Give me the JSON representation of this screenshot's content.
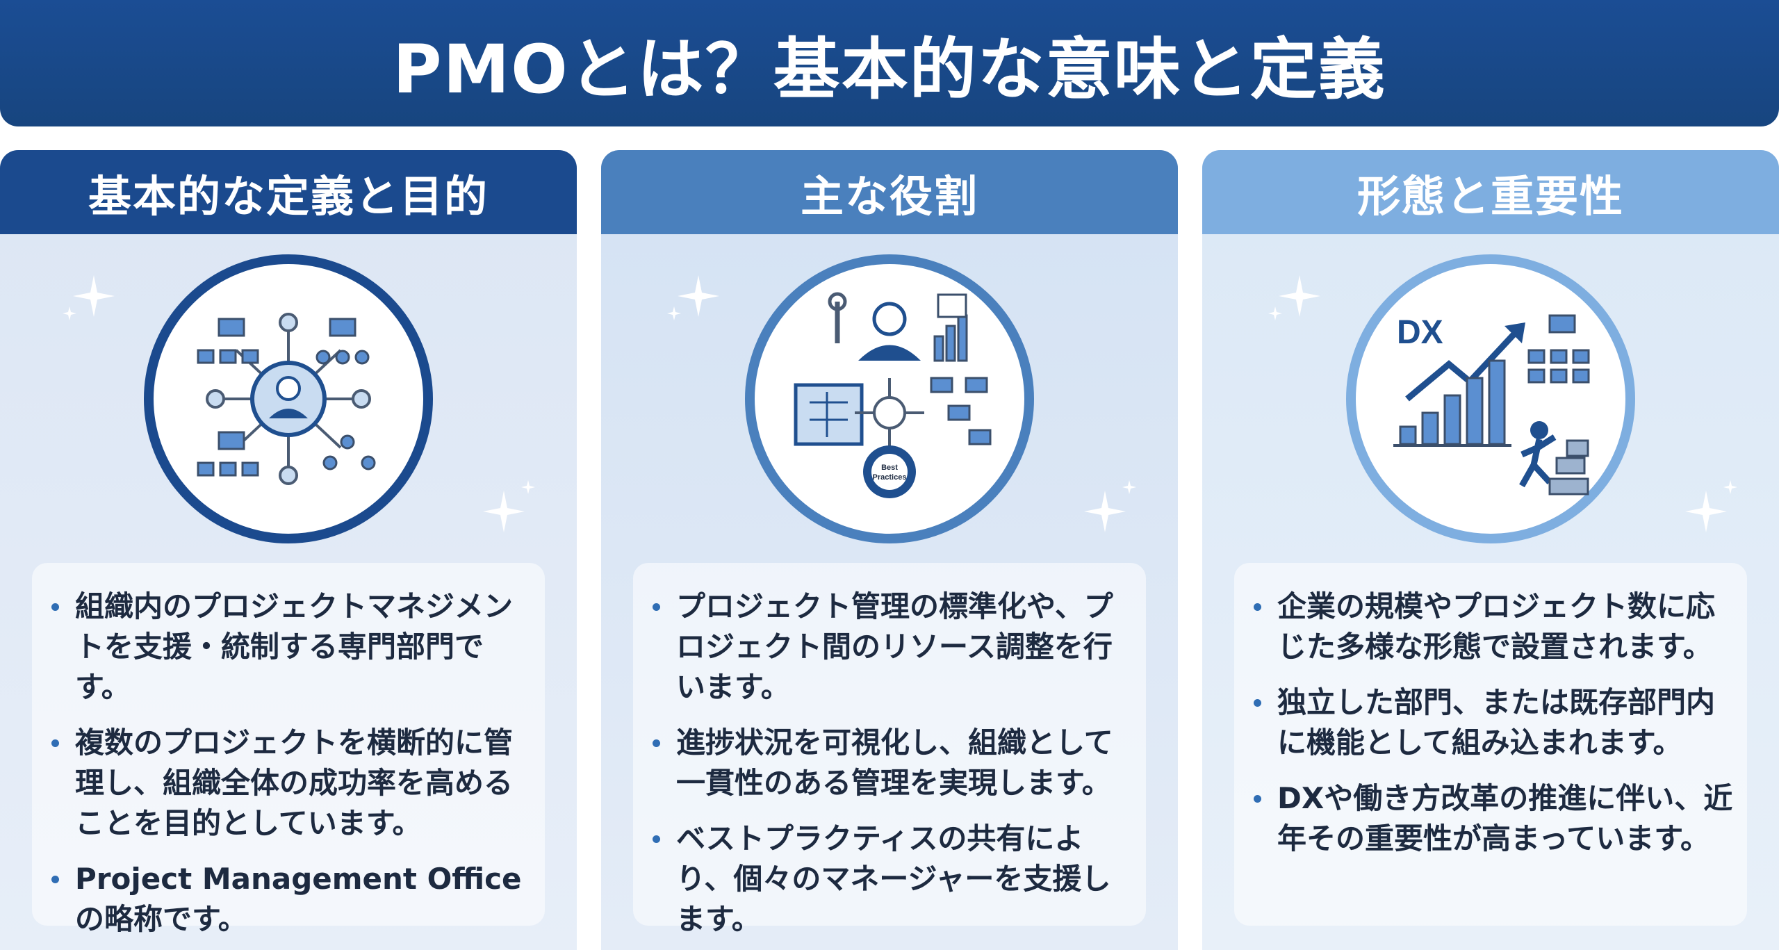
{
  "title": "PMOとは？基本的な意味と定義",
  "panels": [
    {
      "header": "基本的な定義と目的",
      "icon": "network-org-icon",
      "bullets": [
        "組織内のプロジェクトマネジメントを支援・統制する専門部門です。",
        "複数のプロジェクトを横断的に管理し、組織全体の成功率を高めることを目的としています。",
        "Project Management Officeの略称です。"
      ]
    },
    {
      "header": "主な役割",
      "icon": "roles-process-icon",
      "icon_label": "Best Practices",
      "bullets": [
        "プロジェクト管理の標準化や、プロジェクト間のリソース調整を行います。",
        "進捗状況を可視化し、組織として一貫性のある管理を実現します。",
        "ベストプラクティスの共有により、個々のマネージャーを支援します。"
      ]
    },
    {
      "header": "形態と重要性",
      "icon": "dx-growth-icon",
      "icon_label": "DX",
      "bullets": [
        "企業の規模やプロジェクト数に応じた多様な形態で設置されます。",
        "独立した部門、または既存部門内に機能として組み込まれます。",
        "DXや働き方改革の推進に伴い、近年その重要性が高まっています。"
      ]
    }
  ],
  "colors": {
    "title_bg": "#1b4d94",
    "header_1": "#1b4a8e",
    "header_2": "#4a80bd",
    "header_3": "#7eaee0"
  }
}
